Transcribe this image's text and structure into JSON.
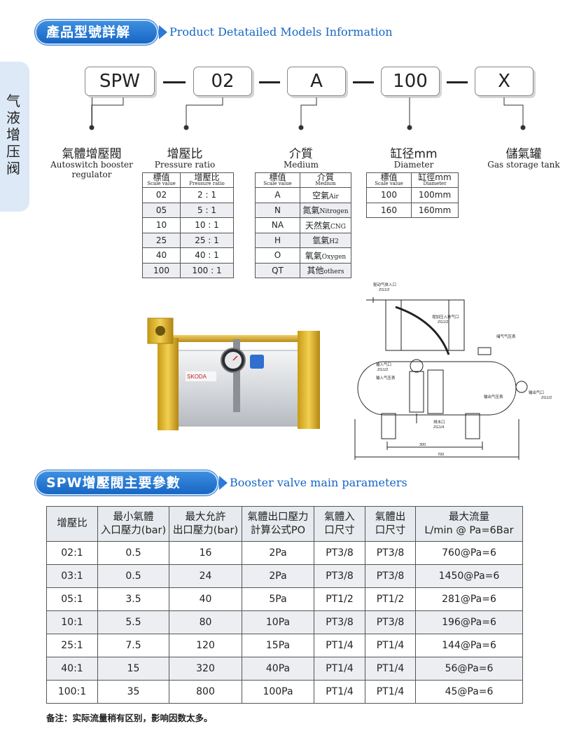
{
  "side_tab": {
    "label": "气液增压阀"
  },
  "header1": {
    "zh": "產品型號詳解",
    "en": "Product Detatailed Models Information"
  },
  "model_code": {
    "parts": [
      "SPW",
      "02",
      "A",
      "100",
      "X"
    ]
  },
  "categories": {
    "regulator": {
      "zh": "氣體增壓閥",
      "en1": "Autoswitch booster",
      "en2": "regulator"
    },
    "ratio": {
      "zh": "增壓比",
      "en": "Pressure ratio"
    },
    "medium": {
      "zh": "介質",
      "en": "Medium"
    },
    "diameter": {
      "zh": "缸径mm",
      "en": "Diameter"
    },
    "tank": {
      "zh": "儲氣罐",
      "en": "Gas storage tank"
    }
  },
  "ratio_table": {
    "h1": "標值",
    "h1_en": "Scale value",
    "h2": "增壓比",
    "h2_en": "Pressure ratio",
    "rows": [
      [
        "02",
        "2 : 1"
      ],
      [
        "05",
        "5 : 1"
      ],
      [
        "10",
        "10 : 1"
      ],
      [
        "25",
        "25 : 1"
      ],
      [
        "40",
        "40 : 1"
      ],
      [
        "100",
        "100 : 1"
      ]
    ]
  },
  "medium_table": {
    "h1": "標值",
    "h1_en": "Scale value",
    "h2": "介質",
    "h2_en": "Medium",
    "rows": [
      [
        "A",
        "空氣",
        "Air"
      ],
      [
        "N",
        "氮氣",
        "Nitrogen"
      ],
      [
        "NA",
        "天然氣",
        "CNG"
      ],
      [
        "H",
        "氫氣",
        "H2"
      ],
      [
        "O",
        "氧氣",
        "Oxygen"
      ],
      [
        "QT",
        "其他",
        "others"
      ]
    ]
  },
  "diameter_table": {
    "h1": "標值",
    "h1_en": "Scale value",
    "h2": "缸徑mm",
    "h2_en": "Diameter",
    "rows": [
      [
        "100",
        "100mm"
      ],
      [
        "160",
        "160mm"
      ]
    ]
  },
  "photo": {
    "brand": "SKODA"
  },
  "drawing": {
    "labels": {
      "drive_in": "驱动气体入口",
      "drive_zg": "ZG1/2",
      "boost_in": "增加压入惫气口",
      "boost_zg": "ZG1/2",
      "tank_gauge": "储气气压表",
      "in_port": "输入气口",
      "in_zg": "ZG1/2",
      "in_gauge": "输入气压表",
      "out_gauge": "输出气压表",
      "out_port": "输出气口",
      "out_zg": "ZG1/2",
      "drain": "排水口",
      "drain_zg": "ZG1/4",
      "dim_300": "300",
      "dim_700": "700"
    }
  },
  "header2": {
    "zh": "SPW增壓閥主要參數",
    "en": "Booster valve main parameters"
  },
  "params": {
    "headers": [
      [
        "增壓比",
        ""
      ],
      [
        "最小氣體",
        "入口壓力(bar)"
      ],
      [
        "最大允許",
        "出口壓力(bar)"
      ],
      [
        "氣體出口壓力",
        "計算公式PO"
      ],
      [
        "氣體入",
        "口尺寸"
      ],
      [
        "氣體出",
        "口尺寸"
      ],
      [
        "最大流量",
        "L/min @ Pa=6Bar"
      ]
    ],
    "rows": [
      [
        "02:1",
        "0.5",
        "16",
        "2Pa",
        "PT3/8",
        "PT3/8",
        "760@Pa=6"
      ],
      [
        "03:1",
        "0.5",
        "24",
        "2Pa",
        "PT3/8",
        "PT3/8",
        "1450@Pa=6"
      ],
      [
        "05:1",
        "3.5",
        "40",
        "5Pa",
        "PT1/2",
        "PT1/2",
        "281@Pa=6"
      ],
      [
        "10:1",
        "5.5",
        "80",
        "10Pa",
        "PT3/8",
        "PT3/8",
        "196@Pa=6"
      ],
      [
        "25:1",
        "7.5",
        "120",
        "15Pa",
        "PT1/4",
        "PT1/4",
        "144@Pa=6"
      ],
      [
        "40:1",
        "15",
        "320",
        "40Pa",
        "PT1/4",
        "PT1/4",
        "56@Pa=6"
      ],
      [
        "100:1",
        "35",
        "800",
        "100Pa",
        "PT1/4",
        "PT1/4",
        "45@Pa=6"
      ]
    ]
  },
  "note": "备注：实际流量稍有区别，影响因数太多。"
}
